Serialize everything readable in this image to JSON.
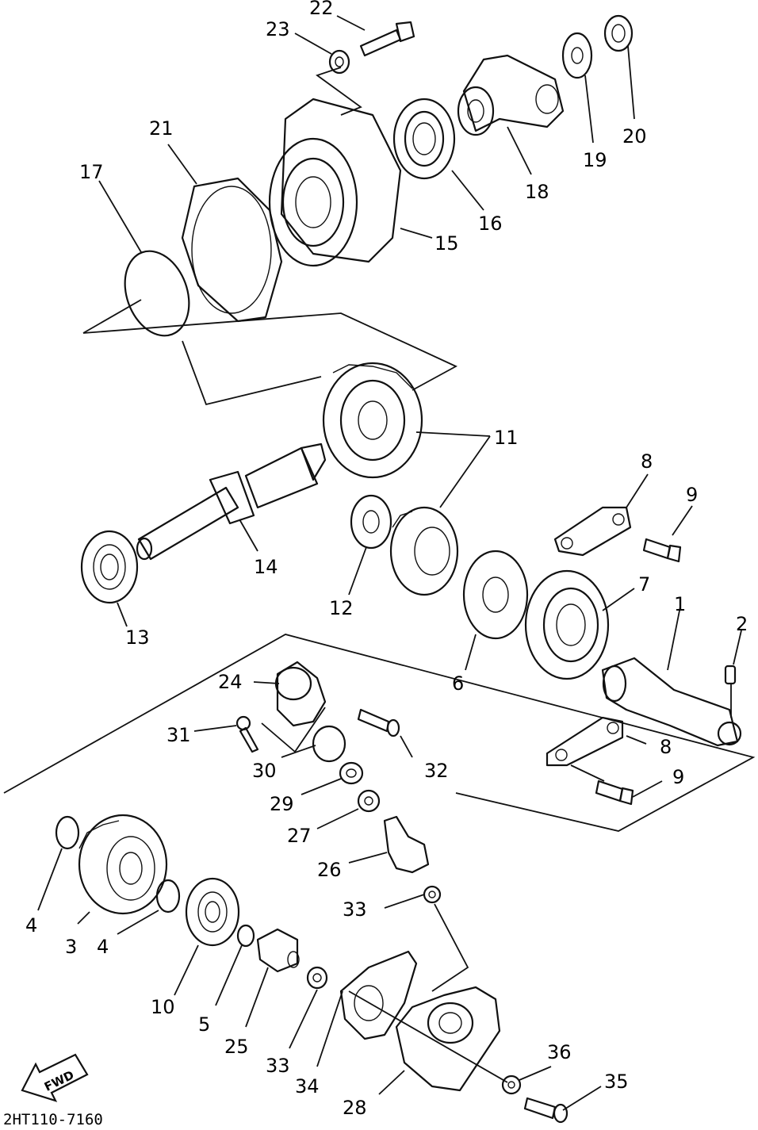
{
  "callouts": [
    {
      "id": "c22",
      "text": "22"
    },
    {
      "id": "c23",
      "text": "23"
    },
    {
      "id": "c20",
      "text": "20"
    },
    {
      "id": "c19",
      "text": "19"
    },
    {
      "id": "c18",
      "text": "18"
    },
    {
      "id": "c16",
      "text": "16"
    },
    {
      "id": "c15",
      "text": "15"
    },
    {
      "id": "c21",
      "text": "21"
    },
    {
      "id": "c17",
      "text": "17"
    },
    {
      "id": "c11",
      "text": "11"
    },
    {
      "id": "c8a",
      "text": "8"
    },
    {
      "id": "c9a",
      "text": "9"
    },
    {
      "id": "c14",
      "text": "14"
    },
    {
      "id": "c12",
      "text": "12"
    },
    {
      "id": "c13",
      "text": "13"
    },
    {
      "id": "c7",
      "text": "7"
    },
    {
      "id": "c1",
      "text": "1"
    },
    {
      "id": "c2",
      "text": "2"
    },
    {
      "id": "c6",
      "text": "6"
    },
    {
      "id": "c24",
      "text": "24"
    },
    {
      "id": "c31",
      "text": "31"
    },
    {
      "id": "c32",
      "text": "32"
    },
    {
      "id": "c30",
      "text": "30"
    },
    {
      "id": "c8b",
      "text": "8"
    },
    {
      "id": "c9b",
      "text": "9"
    },
    {
      "id": "c29",
      "text": "29"
    },
    {
      "id": "c27",
      "text": "27"
    },
    {
      "id": "c26",
      "text": "26"
    },
    {
      "id": "c4a",
      "text": "4"
    },
    {
      "id": "c3",
      "text": "3"
    },
    {
      "id": "c4b",
      "text": "4"
    },
    {
      "id": "c33a",
      "text": "33"
    },
    {
      "id": "c10",
      "text": "10"
    },
    {
      "id": "c5",
      "text": "5"
    },
    {
      "id": "c25",
      "text": "25"
    },
    {
      "id": "c33b",
      "text": "33"
    },
    {
      "id": "c34",
      "text": "34"
    },
    {
      "id": "c36",
      "text": "36"
    },
    {
      "id": "c35",
      "text": "35"
    },
    {
      "id": "c28",
      "text": "28"
    }
  ],
  "fwd_label": "FWD",
  "drawing_code": "2HT110-7160"
}
